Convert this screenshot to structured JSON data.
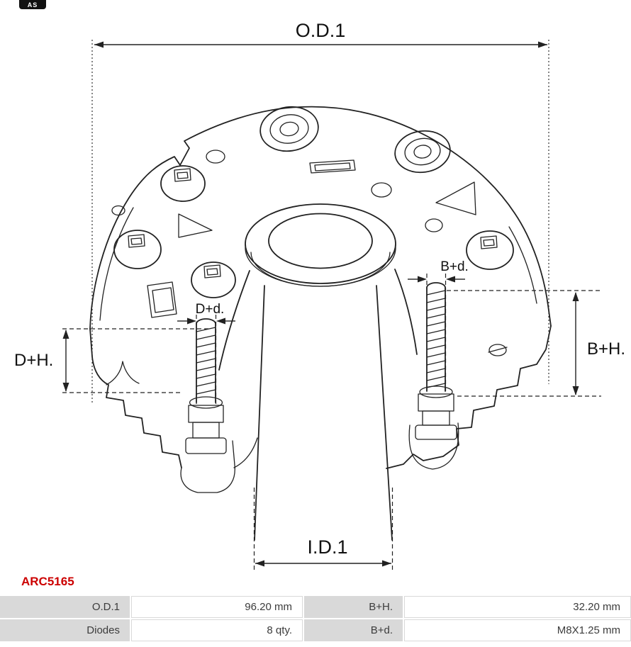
{
  "logo": {
    "text": "AS"
  },
  "part_number": "ARC5165",
  "diagram": {
    "labels": {
      "od1": "O.D.1",
      "id1": "I.D.1",
      "dh": "D+H.",
      "bh": "B+H.",
      "dd": "D+d.",
      "bd": "B+d."
    }
  },
  "colors": {
    "part_number_red": "#cc0000",
    "table_label_bg": "#d9d9d9",
    "line_color": "#222222"
  },
  "spec_table": {
    "rows": [
      {
        "label1": "O.D.1",
        "value1": "96.20 mm",
        "label2": "B+H.",
        "value2": "32.20 mm"
      },
      {
        "label1": "Diodes",
        "value1": "8 qty.",
        "label2": "B+d.",
        "value2": "M8X1.25 mm"
      }
    ]
  }
}
